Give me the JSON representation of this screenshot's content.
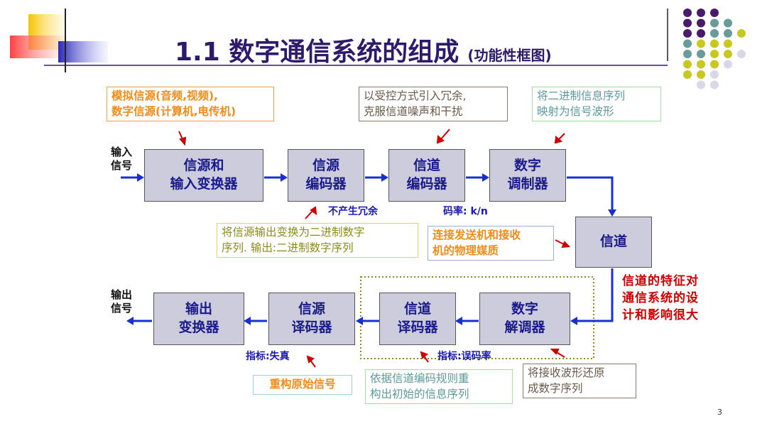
{
  "title": "1.1 数字通信系统的组成",
  "subtitle": "(功能性框图)",
  "blocks": {
    "source_transducer": "信源和\n输入变换器",
    "source_encoder": "信源\n编码器",
    "channel_encoder": "信道\n编码器",
    "modulator": "数字\n调制器",
    "channel": "信道",
    "demodulator": "数字\n解调器",
    "channel_decoder": "信道\n译码器",
    "source_decoder": "信源\n译码器",
    "output_transducer": "输出\n变换器"
  },
  "io": {
    "input": "输入\n信号",
    "output": "输出\n信号"
  },
  "notes": {
    "source_types": "模拟信源(音频,视频),\n数字信源(计算机,电传机)",
    "redundancy": "以受控方式引入冗余,\n克服信道噪声和干扰",
    "mapping": "将二进制信息序列\n映射为信号波形",
    "source_output": "将信源输出变换为二进制数字\n序列.  输出:二进制数字序列",
    "channel_desc": "连接发送机和接收\n机的物理媒质",
    "channel_effect": "信道的特征对\n通信系统的设\n计和影响很大",
    "reconstruct": "重构原始信号",
    "decode_rule": "依据信道编码规则重\n构出初始的信息序列",
    "restore": "将接收波形还原\n成数字序列"
  },
  "labels": {
    "no_redundancy": "不产生冗余",
    "code_rate": "码率: k/n",
    "metric_distortion": "指标:失真",
    "metric_ber": "指标:误码率"
  },
  "page_number": "3",
  "colors": {
    "title": "#2e1a6b",
    "block_fill": "#ccccdd",
    "block_text": "#1a1a8c",
    "arrow": "#1a2fd0",
    "orange": "#f08c1a",
    "teal": "#5a9a9a",
    "brown": "#6b5a4a",
    "red": "#cc0000",
    "olive": "#8c8c1a"
  }
}
